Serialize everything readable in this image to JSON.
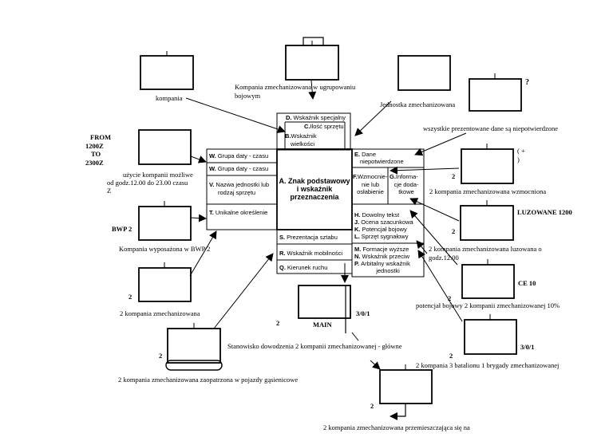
{
  "center": {
    "title_lines": [
      "A. Znak podstawowy",
      "i wskaźnik",
      "przeznaczenia"
    ],
    "top": {
      "D": {
        "letter": "D.",
        "text": "Wskaźnik specjalny"
      },
      "C": {
        "letter": "C.",
        "text": "Ilość sprzętu"
      },
      "B": {
        "letter": "B.",
        "lines": [
          "Wskaźnik",
          "wielkości"
        ]
      }
    },
    "left": {
      "W1": {
        "letter": "W.",
        "text": "Grupa daty - czasu"
      },
      "W2": {
        "letter": "W.",
        "text": "Grupa daty - czasu"
      },
      "V": {
        "letter": "V.",
        "lines": [
          "Nazwa jednostki lub",
          "rodzaj sprzętu"
        ]
      },
      "T": {
        "letter": "T.",
        "text": "Unikalne określenie"
      }
    },
    "right": {
      "E": {
        "letter": "E.",
        "lines": [
          "Dane",
          "niepotwierdzone"
        ]
      },
      "F": {
        "letter": "F.",
        "lines": [
          "Wzmocnie-",
          "nie lub",
          "osłabienie"
        ]
      },
      "G": {
        "letter": "G.",
        "lines": [
          "Informa-",
          "cje doda-",
          "tkowe"
        ]
      },
      "H": {
        "letter": "H.",
        "text": "Dowolny tekst"
      },
      "J": {
        "letter": "J.",
        "text": "Ocena szacunkowa"
      },
      "K": {
        "letter": "K.",
        "text": "Potencjał bojowy"
      },
      "L": {
        "letter": "L.",
        "text": "Sprzęt sygnałowy"
      },
      "M": {
        "letter": "M.",
        "text": "Formacje wyższe"
      },
      "N": {
        "letter": "N.",
        "text": "Wskaźnik przeciw"
      },
      "P": {
        "letter": "P.",
        "lines": [
          "Arbitalny wskaźnik",
          "jednostki"
        ]
      }
    },
    "bottom": {
      "S": {
        "letter": "S.",
        "text": "Prezentacja sztabu"
      },
      "R": {
        "letter": "R.",
        "text": "Wskaźnik mobilności"
      },
      "Q": {
        "letter": "Q.",
        "text": "Kierunek ruchu"
      }
    }
  },
  "symbols": {
    "kompania": {
      "caption": "kompania"
    },
    "ugrupowanie": {
      "caption_lines": [
        "Kompania zmechanizowana w ugrupowaniu",
        "bojowym"
      ]
    },
    "jednostka": {
      "caption": "Jednostka zmechanizowana"
    },
    "niepotwierdzone": {
      "mark": "?",
      "caption": "wszystkie prezentowane dane są niepotwierdzone"
    },
    "czas": {
      "from_lines": [
        "FROM",
        "1200Z",
        "TO",
        "2300Z"
      ],
      "caption_lines": [
        "użycie kompanii możliwe",
        "od godz.12.00 do 23.00 czasu",
        "Z"
      ]
    },
    "wzmocniona": {
      "mark_lines": [
        "( +",
        ")"
      ],
      "count": "2",
      "caption": "2 kompania zmechanizowana wzmocniona"
    },
    "bwp": {
      "label": "BWP 2",
      "caption": "Kompania wyposażona w BWP 2"
    },
    "luzowane": {
      "label": "LUZOWANE 1200",
      "count": "2",
      "caption_lines": [
        "2 kompania zmechanizowana luzowana o",
        "godz.12.00"
      ]
    },
    "druga": {
      "count": "2",
      "caption": "2 kompania zmechanizowana"
    },
    "ce10": {
      "label": "CE 10",
      "count": "2",
      "caption": "potencjał bojowy 2  kompanii zmechanizowanej 10%"
    },
    "main": {
      "count": "2",
      "label": "MAIN",
      "designation": "3/0/1",
      "caption": "Stanowisko dowodzenia 2 kompanii zmechanizowanej - główne"
    },
    "batalion": {
      "count": "2",
      "designation": "3/0/1",
      "caption": "2 kompania 3 batalionu 1 brygady zmechanizowanej"
    },
    "gasienicowe": {
      "count": "2",
      "caption": "2 kompania zmechanizowana zaopatrzona w pojazdy gąsienicowe"
    },
    "ruch": {
      "count": "2",
      "caption": "2 kompania zmechanizowana przemieszczająca się na"
    }
  }
}
